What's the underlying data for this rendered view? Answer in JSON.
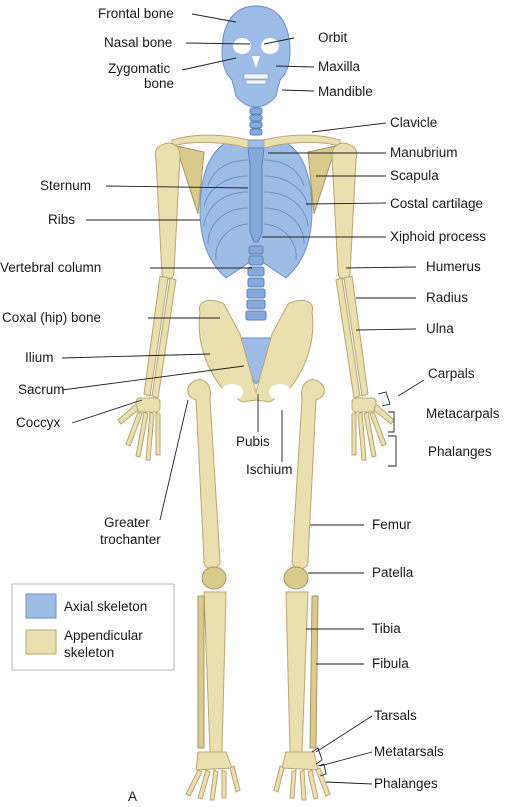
{
  "labels": {
    "frontal_bone": "Frontal bone",
    "nasal_bone": "Nasal bone",
    "zygomatic_bone_line1": "Zygomatic",
    "zygomatic_bone_line2": "bone",
    "orbit": "Orbit",
    "maxilla": "Maxilla",
    "mandible": "Mandible",
    "clavicle": "Clavicle",
    "manubrium": "Manubrium",
    "sternum": "Sternum",
    "scapula": "Scapula",
    "ribs": "Ribs",
    "costal_cartilage": "Costal cartilage",
    "xiphoid_process": "Xiphoid process",
    "vertebral_column": "Vertebral column",
    "humerus": "Humerus",
    "radius": "Radius",
    "coxal_bone": "Coxal (hip) bone",
    "ulna": "Ulna",
    "ilium": "Ilium",
    "carpals": "Carpals",
    "sacrum": "Sacrum",
    "metacarpals": "Metacarpals",
    "coccyx": "Coccyx",
    "pubis": "Pubis",
    "phalanges_hand": "Phalanges",
    "ischium": "Ischium",
    "greater_trochanter_line1": "Greater",
    "greater_trochanter_line2": "trochanter",
    "femur": "Femur",
    "patella": "Patella",
    "tibia": "Tibia",
    "fibula": "Fibula",
    "tarsals": "Tarsals",
    "metatarsals": "Metatarsals",
    "phalanges_foot": "Phalanges",
    "panel_letter": "A"
  },
  "legend": {
    "axial": "Axial skeleton",
    "appendicular_line1": "Appendicular",
    "appendicular_line2": "skeleton"
  },
  "colors": {
    "axial": "#9dbde6",
    "appendicular": "#eadfae"
  }
}
